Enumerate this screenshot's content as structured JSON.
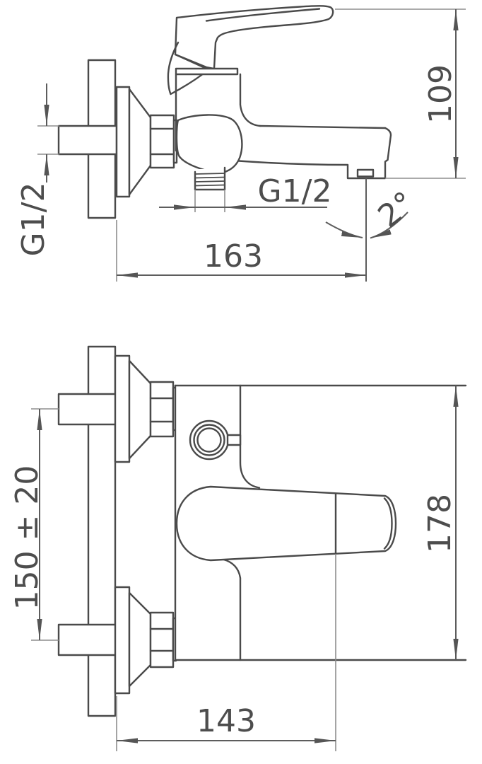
{
  "drawing": {
    "subject": "wall-mounted-single-lever-bath-mixer",
    "background": "#ffffff",
    "line_color": "#4a4a4a",
    "dimension_line_color": "#5d5d5d",
    "text_color": "#4d4d4d",
    "views": {
      "side": {
        "name": "side-elevation",
        "dims": [
          {
            "id": "height-to-spout-underside",
            "label": "109"
          },
          {
            "id": "wall-inlet-thread",
            "label": "G1/2"
          },
          {
            "id": "shower-outlet-thread",
            "label": "G1/2"
          },
          {
            "id": "spout-tilt-angle",
            "label": "2°"
          },
          {
            "id": "wall-to-outlet-axis",
            "label": "163"
          }
        ]
      },
      "plan": {
        "name": "plan-view",
        "dims": [
          {
            "id": "inlet-centres-spacing",
            "label": "150 ± 20"
          },
          {
            "id": "overall-length",
            "label": "178"
          },
          {
            "id": "wall-to-handle-cap",
            "label": "143"
          }
        ]
      }
    }
  }
}
